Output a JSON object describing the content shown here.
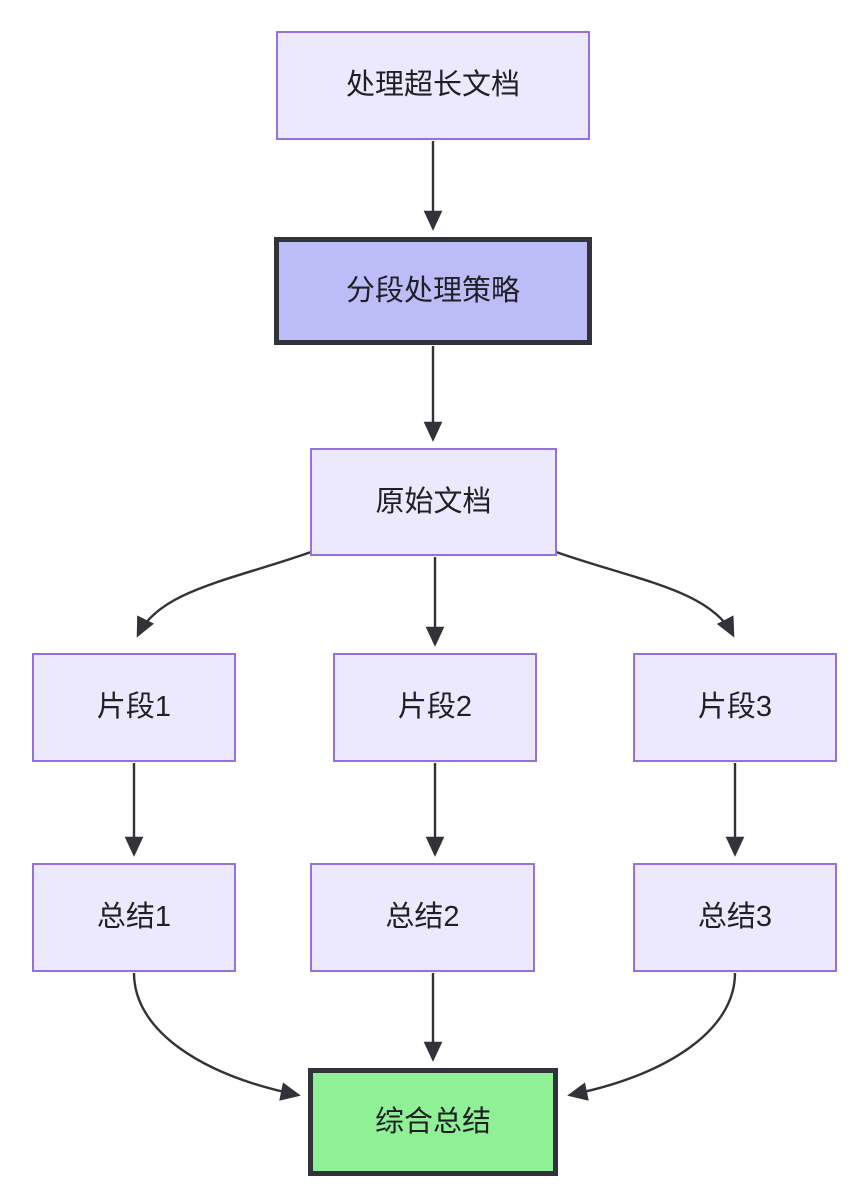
{
  "diagram": {
    "type": "flowchart",
    "direction": "top-down",
    "background_color": "#ffffff",
    "colors": {
      "node_light_fill": "#ece8fd",
      "node_light_border": "#9670e0",
      "node_accent_fill": "#bcbcf8",
      "node_accent_border": "#32323a",
      "node_success_fill": "#90f096",
      "node_success_border": "#32323a",
      "edge_stroke": "#32323a",
      "text_color": "#1f1f24"
    },
    "nodes": [
      {
        "id": "source",
        "label": "处理超长文档",
        "style": "light"
      },
      {
        "id": "strategy",
        "label": "分段处理策略",
        "style": "accent"
      },
      {
        "id": "original",
        "label": "原始文档",
        "style": "light"
      },
      {
        "id": "fragment1",
        "label": "片段1",
        "style": "light"
      },
      {
        "id": "fragment2",
        "label": "片段2",
        "style": "light"
      },
      {
        "id": "fragment3",
        "label": "片段3",
        "style": "light"
      },
      {
        "id": "summary1",
        "label": "总结1",
        "style": "light"
      },
      {
        "id": "summary2",
        "label": "总结2",
        "style": "light"
      },
      {
        "id": "summary3",
        "label": "总结3",
        "style": "light"
      },
      {
        "id": "final",
        "label": "综合总结",
        "style": "success"
      }
    ],
    "edges": [
      {
        "from": "source",
        "to": "strategy",
        "shape": "straight"
      },
      {
        "from": "strategy",
        "to": "original",
        "shape": "straight"
      },
      {
        "from": "original",
        "to": "fragment1",
        "shape": "curve-left"
      },
      {
        "from": "original",
        "to": "fragment2",
        "shape": "straight"
      },
      {
        "from": "original",
        "to": "fragment3",
        "shape": "curve-right"
      },
      {
        "from": "fragment1",
        "to": "summary1",
        "shape": "straight"
      },
      {
        "from": "fragment2",
        "to": "summary2",
        "shape": "straight"
      },
      {
        "from": "fragment3",
        "to": "summary3",
        "shape": "straight"
      },
      {
        "from": "summary1",
        "to": "final",
        "shape": "curve-right"
      },
      {
        "from": "summary2",
        "to": "final",
        "shape": "straight"
      },
      {
        "from": "summary3",
        "to": "final",
        "shape": "curve-left"
      }
    ]
  }
}
